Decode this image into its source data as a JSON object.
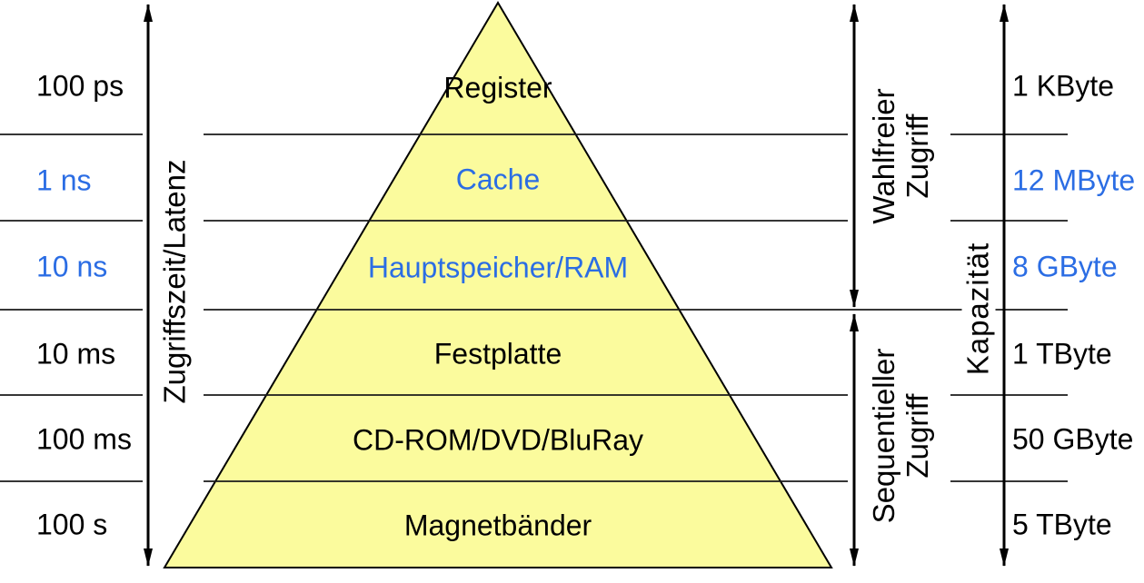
{
  "diagram": {
    "type": "memory-hierarchy-pyramid",
    "levels": [
      {
        "name": "Register",
        "access_time": "100 ps",
        "capacity": "1 KByte",
        "text_color": "#000000"
      },
      {
        "name": "Cache",
        "access_time": "1 ns",
        "capacity": "12 MByte",
        "text_color": "#2b6de4"
      },
      {
        "name": "Hauptspeicher/RAM",
        "access_time": "10 ns",
        "capacity": "8 GByte",
        "text_color": "#2b6de4"
      },
      {
        "name": "Festplatte",
        "access_time": "10 ms",
        "capacity": "1 TByte",
        "text_color": "#000000"
      },
      {
        "name": "CD-ROM/DVD/BluRay",
        "access_time": "100 ms",
        "capacity": "50 GByte",
        "text_color": "#000000"
      },
      {
        "name": "Magnetbänder",
        "access_time": "100 s",
        "capacity": "5 TByte",
        "text_color": "#000000"
      }
    ],
    "axes": {
      "latency_label": "Zugriffszeit/Latenz",
      "random_access": {
        "line1": "Wahlfreier",
        "line2": "Zugriff"
      },
      "sequential_access": {
        "line1": "Sequentieller",
        "line2": "Zugriff"
      },
      "capacity_label": "Kapazität"
    },
    "colors": {
      "pyramid_fill": "#fbfb9d",
      "pyramid_stroke": "#000000",
      "separator_line": "#1a1a1a",
      "arrow": "#000000",
      "highlight_blue": "#2b6de4",
      "text_black": "#000000"
    }
  }
}
